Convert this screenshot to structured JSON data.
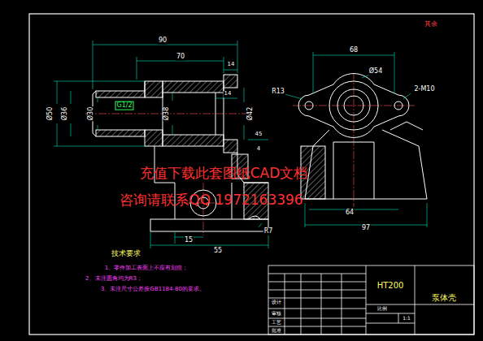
{
  "diagram": {
    "labels": [
      "其余",
      "90",
      "70",
      "14",
      "14",
      "Ø50",
      "Ø36",
      "Ø30",
      "G1/2",
      "Ø38",
      "Ø42",
      "45",
      "4",
      "15",
      "55",
      "R7",
      "68",
      "Ø54",
      "R13",
      "2-M10",
      "64",
      "97",
      "充值下载此套图纸CAD文档",
      "咨询请联系QQ 1972163396",
      "技术要求",
      "1、零件加工表面上不应有划痕；",
      "2、未注圆角均为R3；",
      "3、未注尺寸公差按GB1184-80的要求。",
      "HT200",
      "泵体壳",
      "设计",
      "审核",
      "工艺",
      "批准",
      "比例",
      "1:1"
    ]
  }
}
